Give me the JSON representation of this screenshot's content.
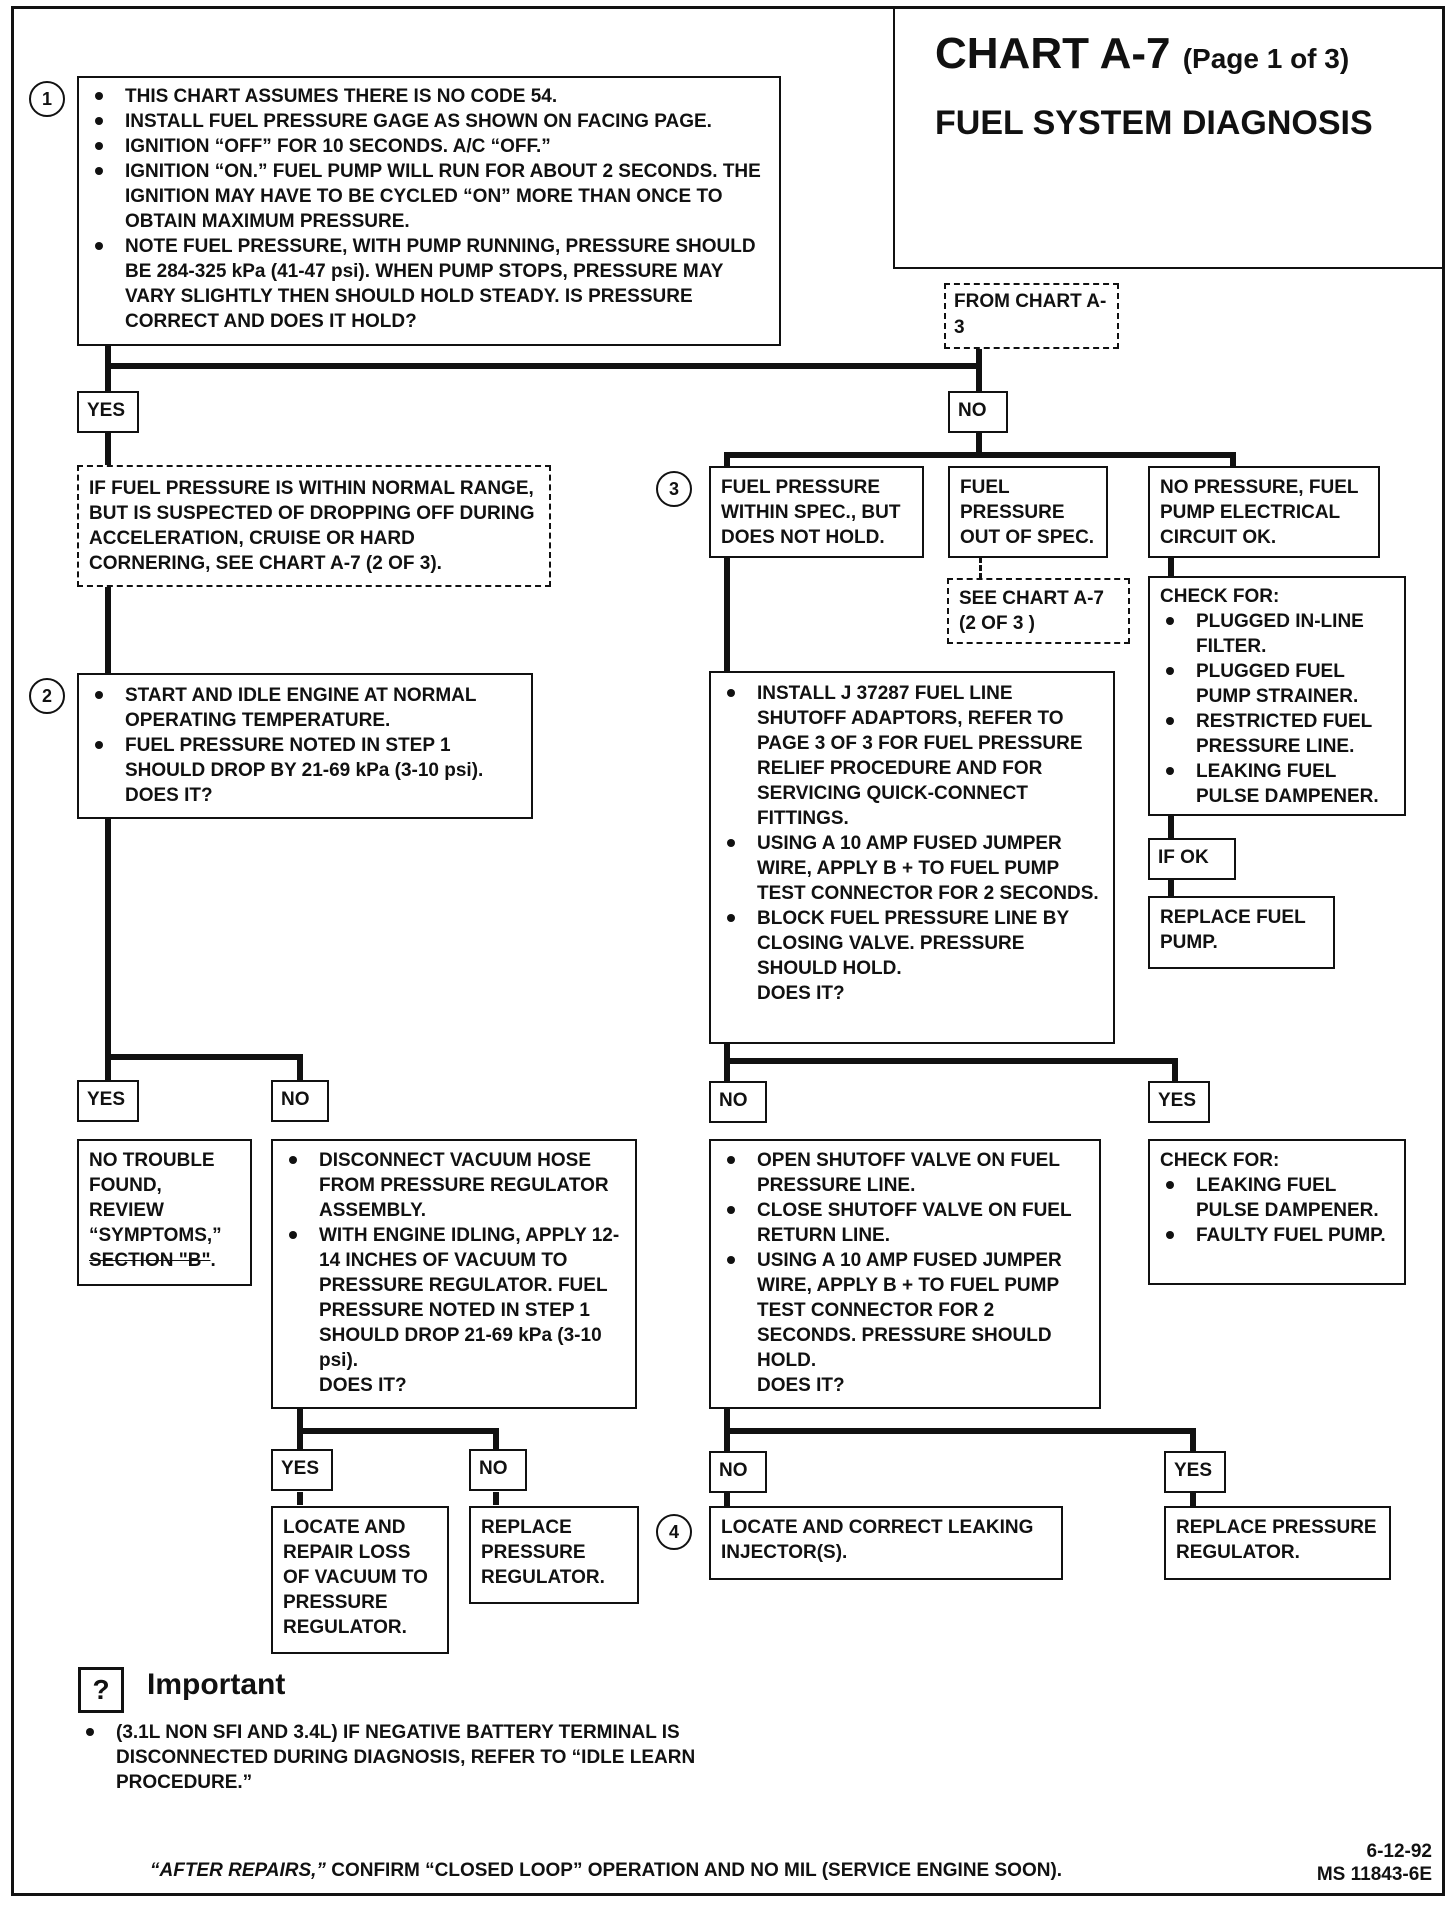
{
  "header": {
    "title": "CHART A-7",
    "page": "(Page 1 of 3)",
    "subtitle": "FUEL SYSTEM DIAGNOSIS"
  },
  "steps": {
    "s1": {
      "num": "1",
      "items": [
        "THIS CHART ASSUMES THERE IS NO CODE 54.",
        "INSTALL FUEL PRESSURE GAGE AS SHOWN ON FACING PAGE.",
        "IGNITION “OFF” FOR 10 SECONDS.  A/C “OFF.”",
        "IGNITION “ON.”  FUEL PUMP WILL RUN FOR ABOUT 2 SECONDS. THE IGNITION MAY HAVE TO BE CYCLED “ON” MORE THAN ONCE TO OBTAIN MAXIMUM PRESSURE.",
        "NOTE FUEL PRESSURE, WITH PUMP RUNNING, PRESSURE SHOULD BE 284-325 kPa (41-47 psi).  WHEN PUMP STOPS, PRESSURE MAY VARY SLIGHTLY THEN SHOULD HOLD STEADY. IS PRESSURE CORRECT AND DOES IT HOLD?"
      ]
    },
    "from_chart": "FROM CHART A-3",
    "yes1": "YES",
    "no1": "NO",
    "note_yes": "IF FUEL PRESSURE IS WITHIN NORMAL RANGE, BUT IS SUSPECTED OF DROPPING OFF DURING ACCELERATION, CRUISE OR HARD CORNERING, SEE CHART A-7 (2 OF 3).",
    "s2": {
      "num": "2",
      "items": [
        "START AND IDLE ENGINE AT NORMAL OPERATING TEMPERATURE.",
        "FUEL PRESSURE NOTED IN STEP 1 SHOULD DROP BY 21-69 kPa (3-10 psi). DOES IT?"
      ]
    },
    "s3_num": "3",
    "b_within": "FUEL PRESSURE WITHIN SPEC., BUT DOES NOT HOLD.",
    "b_out": "FUEL PRESSURE OUT OF SPEC.",
    "b_see": "SEE CHART A-7 (2 OF 3 )",
    "b_nopress": "NO PRESSURE, FUEL PUMP ELECTRICAL CIRCUIT OK.",
    "check1": {
      "title": "CHECK FOR:",
      "items": [
        "PLUGGED IN-LINE FILTER.",
        "PLUGGED FUEL PUMP STRAINER.",
        "RESTRICTED FUEL PRESSURE LINE.",
        "LEAKING FUEL PULSE DAMPENER."
      ]
    },
    "if_ok": "IF OK",
    "replace_pump": "REPLACE FUEL PUMP.",
    "install": {
      "items": [
        "INSTALL J 37287 FUEL LINE SHUTOFF ADAPTORS, REFER TO PAGE 3 OF 3 FOR FUEL PRESSURE RELIEF PROCEDURE AND FOR SERVICING QUICK-CONNECT FITTINGS.",
        "USING A 10 AMP FUSED JUMPER WIRE, APPLY B + TO FUEL PUMP TEST CONNECTOR FOR 2 SECONDS.",
        "BLOCK FUEL PRESSURE LINE BY CLOSING VALVE.  PRESSURE SHOULD HOLD."
      ],
      "question": "DOES IT?"
    },
    "yes2": "YES",
    "no2": "NO",
    "no_trouble_1": "NO TROUBLE FOUND, REVIEW “SYMPTOMS,”",
    "no_trouble_2": "SECTION \"B\"",
    "no_trouble_3": ".",
    "vacuum": {
      "items": [
        "DISCONNECT VACUUM HOSE FROM PRESSURE REGULATOR ASSEMBLY.",
        "WITH ENGINE IDLING, APPLY 12-14 INCHES OF VACUUM TO PRESSURE REGULATOR.  FUEL PRESSURE NOTED IN STEP 1 SHOULD DROP 21-69 kPa (3-10 psi)."
      ],
      "question": "DOES IT?"
    },
    "no3": "NO",
    "yes3": "YES",
    "open": {
      "items": [
        "OPEN SHUTOFF VALVE ON FUEL PRESSURE LINE.",
        "CLOSE SHUTOFF VALVE ON FUEL RETURN LINE.",
        "USING A 10 AMP FUSED JUMPER WIRE, APPLY B + TO FUEL PUMP TEST CONNECTOR FOR 2 SECONDS.  PRESSURE SHOULD HOLD."
      ],
      "question": "DOES IT?"
    },
    "check2": {
      "title": "CHECK FOR:",
      "items": [
        "LEAKING FUEL PULSE DAMPENER.",
        "FAULTY FUEL PUMP."
      ]
    },
    "yes4": "YES",
    "no4": "NO",
    "locate_vac": "LOCATE AND REPAIR LOSS OF VACUUM TO PRESSURE REGULATOR.",
    "replace_reg1": "REPLACE PRESSURE REGULATOR.",
    "no5": "NO",
    "yes5": "YES",
    "s4_num": "4",
    "locate_inj": "LOCATE AND CORRECT LEAKING INJECTOR(S).",
    "replace_reg2": "REPLACE PRESSURE REGULATOR."
  },
  "important": {
    "icon": "?",
    "title": "Important",
    "items": [
      "(3.1L NON SFI AND 3.4L) IF NEGATIVE BATTERY TERMINAL IS DISCONNECTED DURING DIAGNOSIS, REFER TO  “IDLE LEARN PROCEDURE.”"
    ]
  },
  "footer": {
    "text_em": "“AFTER REPAIRS,”",
    "text": " CONFIRM “CLOSED LOOP” OPERATION AND NO MIL (SERVICE ENGINE SOON).",
    "date": "6-12-92",
    "doc": "MS 11843-6E"
  }
}
